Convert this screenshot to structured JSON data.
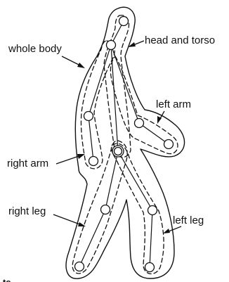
{
  "labels": {
    "head_and_torso": "head and torso",
    "whole_body": "whole body",
    "left_arm": "left arm",
    "right_arm": "right arm",
    "right_leg": "right leg",
    "left_leg": "left leg"
  },
  "cropped_text": "ts"
}
